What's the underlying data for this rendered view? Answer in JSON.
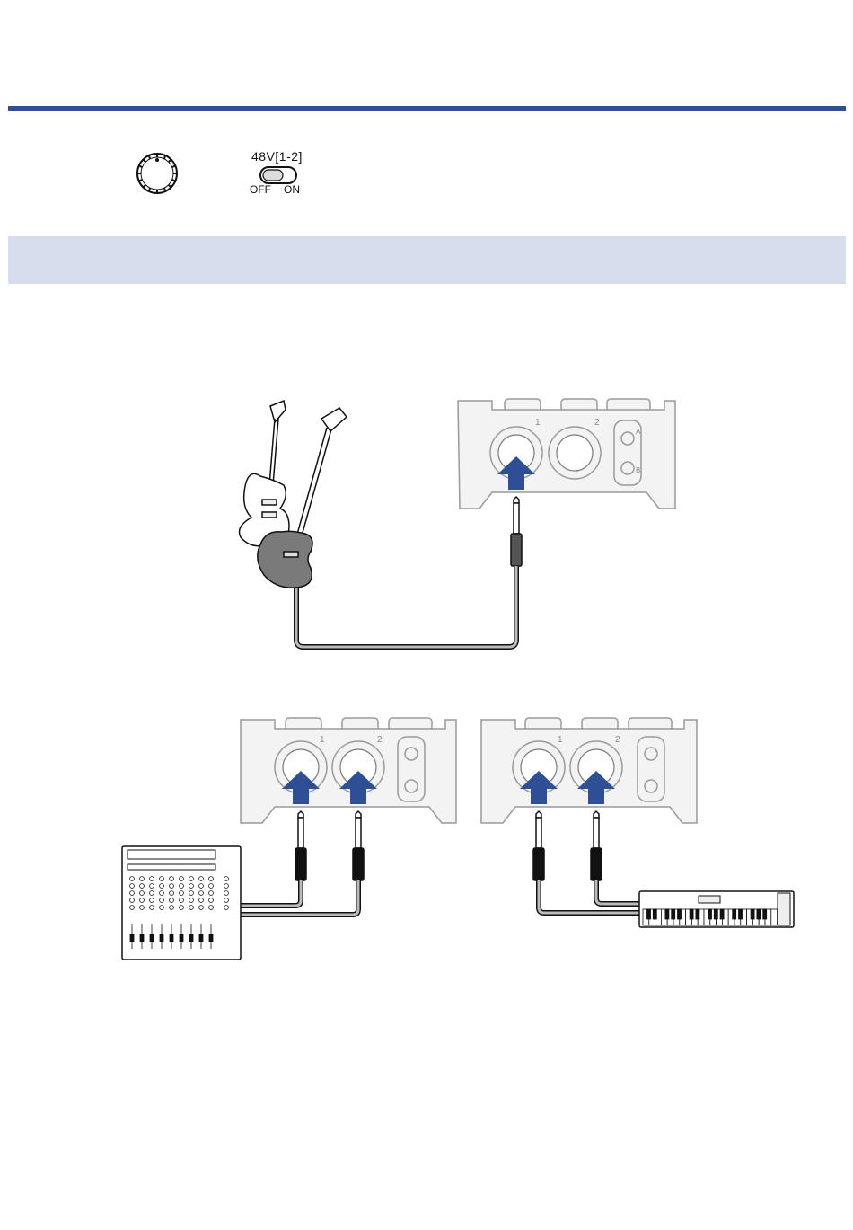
{
  "switch48v": {
    "title": "48V[1-2]",
    "off_label": "OFF",
    "on_label": "ON"
  },
  "interface": {
    "input1_label": "1",
    "input2_label": "2",
    "a_label": "A",
    "b_label": "B"
  },
  "colors": {
    "accent": "#2f4f94",
    "band": "#d6deed",
    "arrow": "#2f4f94"
  },
  "icons": [
    "gain-knob-icon",
    "toggle-switch-icon",
    "guitar-icon",
    "bass-icon",
    "mixer-icon",
    "keyboard-icon",
    "phone-plug-icon",
    "up-arrow-icon"
  ]
}
